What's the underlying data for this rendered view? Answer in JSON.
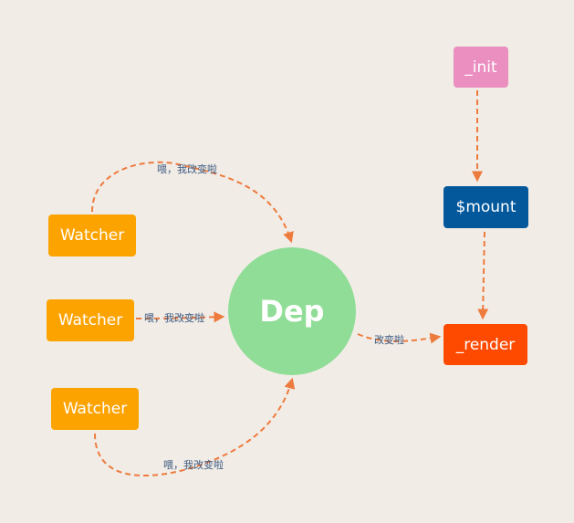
{
  "nodes": {
    "watcher_1": "Watcher",
    "watcher_2": "Watcher",
    "watcher_3": "Watcher",
    "dep": "Dep",
    "init": "_init",
    "mount": "$mount",
    "render": "_render"
  },
  "edge_labels": {
    "watcher_1_to_dep": "喂，我改变啦",
    "watcher_2_to_dep": "喂，我改变啦",
    "watcher_3_to_dep": "喂，我改变啦",
    "dep_to_render": "改变啦"
  },
  "colors": {
    "background": "#f1ece6",
    "watcher": "#fca300",
    "dep": "#8fdd96",
    "init": "#ea8fc0",
    "mount": "#03589c",
    "render": "#fe4a01",
    "edge": "#ee7b3e",
    "edge_label": "#3d5a80"
  }
}
